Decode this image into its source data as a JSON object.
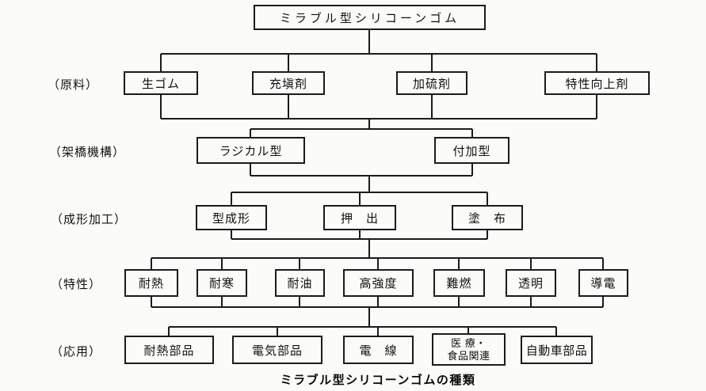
{
  "diagram": {
    "root": {
      "label": "ミラブル型シリコーンゴム"
    },
    "rows": [
      {
        "category": "（原料）",
        "nodes": [
          {
            "label": "生ゴム"
          },
          {
            "label": "充塡剤"
          },
          {
            "label": "加硫剤"
          },
          {
            "label": "特性向上剤"
          }
        ]
      },
      {
        "category": "（架橋機構）",
        "nodes": [
          {
            "label": "ラジカル型"
          },
          {
            "label": "付加型"
          }
        ]
      },
      {
        "category": "（成形加工）",
        "nodes": [
          {
            "label": "型成形"
          },
          {
            "label": "押　出"
          },
          {
            "label": "塗　布"
          }
        ]
      },
      {
        "category": "（特性）",
        "nodes": [
          {
            "label": "耐熱"
          },
          {
            "label": "耐寒"
          },
          {
            "label": "耐油"
          },
          {
            "label": "高強度"
          },
          {
            "label": "難燃"
          },
          {
            "label": "透明"
          },
          {
            "label": "導電"
          }
        ]
      },
      {
        "category": "（応用）",
        "nodes": [
          {
            "label": "耐熱部品"
          },
          {
            "label": "電気部品"
          },
          {
            "label": "電　線"
          },
          {
            "label": "医 療・\n食品関連"
          },
          {
            "label": "自動車部品"
          }
        ]
      }
    ],
    "caption": "ミラブル型シリコーンゴムの種類",
    "colors": {
      "line": "#1b1b1b",
      "background": "#fbfbf9",
      "text": "#111111"
    }
  }
}
